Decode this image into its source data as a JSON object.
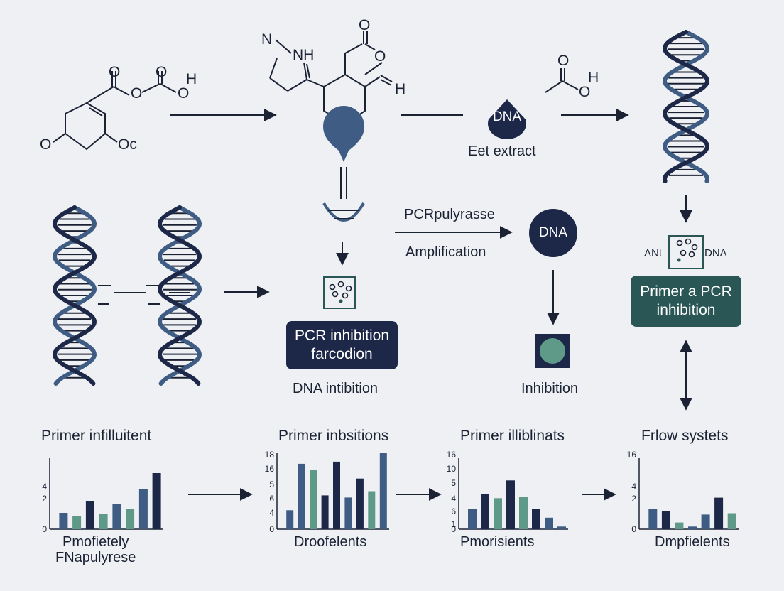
{
  "colors": {
    "background": "#eef0f3",
    "navy": "#1d2747",
    "steel_blue": "#3f5d84",
    "sage_green": "#5f9a88",
    "teal_box": "#2a5756"
  },
  "molecules": {
    "left": {
      "atoms": [
        "O",
        "O",
        "O",
        "H",
        "O",
        "Oc"
      ]
    },
    "center": {
      "atoms": [
        "N",
        "NH",
        "O",
        "O",
        "H"
      ]
    },
    "right": {
      "atoms": [
        "O",
        "O",
        "H"
      ]
    }
  },
  "nodes": {
    "dna_top_label": "DNA",
    "eet_extract": "Eet extract",
    "pcr_polymerase": "PCRpulyrasse",
    "amplification": "Amplification",
    "dna_mid_label": "DNA",
    "pcr_box": {
      "line1": "PCR inhibition",
      "line2": "farcodion"
    },
    "dna_intibition": "DNA intibition",
    "inhibition": "Inhibition",
    "ant_label": "ANt",
    "dna_small_label": "DNA",
    "primer_box": {
      "line1": "Primer a PCR",
      "line2": "inhibition"
    }
  },
  "icons": [
    "helix-icon",
    "particle-sample-icon",
    "dna-drop-icon",
    "arrow-icon"
  ],
  "chart_data": [
    {
      "type": "bar",
      "title": "Primer infilluitent",
      "xlabel": "Pmofietely\nFNapulyrese",
      "ticks": [
        "4",
        "2",
        "0"
      ],
      "ylim": [
        0,
        10
      ],
      "values": [
        2.3,
        1.8,
        3.9,
        2.1,
        3.5,
        2.8,
        5.6,
        7.9
      ],
      "colors": [
        "#3f5d84",
        "#5f9a88",
        "#1d2747",
        "#5f9a88",
        "#3f5d84",
        "#5f9a88",
        "#3f5d84",
        "#1d2747"
      ]
    },
    {
      "type": "bar",
      "title": "Primer inbsitions",
      "xlabel": "Droofelents",
      "ticks": [
        "18",
        "16",
        "5",
        "6",
        "4",
        "0"
      ],
      "ylim": [
        0,
        18
      ],
      "values": [
        4.5,
        15.5,
        14,
        8,
        16,
        7.5,
        12,
        9,
        18
      ],
      "colors": [
        "#3f5d84",
        "#3f5d84",
        "#5f9a88",
        "#1d2747",
        "#1d2747",
        "#3f5d84",
        "#1d2747",
        "#5f9a88",
        "#3f5d84"
      ]
    },
    {
      "type": "bar",
      "title": "Primer illiblinats",
      "xlabel": "Pmorisients",
      "ticks": [
        "16",
        "10",
        "5",
        "4",
        "6",
        "1",
        "0"
      ],
      "ylim": [
        0,
        16
      ],
      "values": [
        4.5,
        8,
        7,
        11,
        7.3,
        4.5,
        2.6,
        0.6
      ],
      "colors": [
        "#3f5d84",
        "#1d2747",
        "#5f9a88",
        "#1d2747",
        "#5f9a88",
        "#1d2747",
        "#3f5d84",
        "#3f5d84"
      ]
    },
    {
      "type": "bar",
      "title": "Frlow systets",
      "xlabel": "Dmpfielents",
      "ticks": [
        "16",
        "4",
        "2",
        "0"
      ],
      "ylim": [
        0,
        16
      ],
      "values": [
        4.5,
        4,
        1.5,
        0.6,
        3.3,
        7.1,
        3.6
      ],
      "colors": [
        "#3f5d84",
        "#1d2747",
        "#5f9a88",
        "#3f5d84",
        "#3f5d84",
        "#1d2747",
        "#5f9a88"
      ]
    }
  ]
}
